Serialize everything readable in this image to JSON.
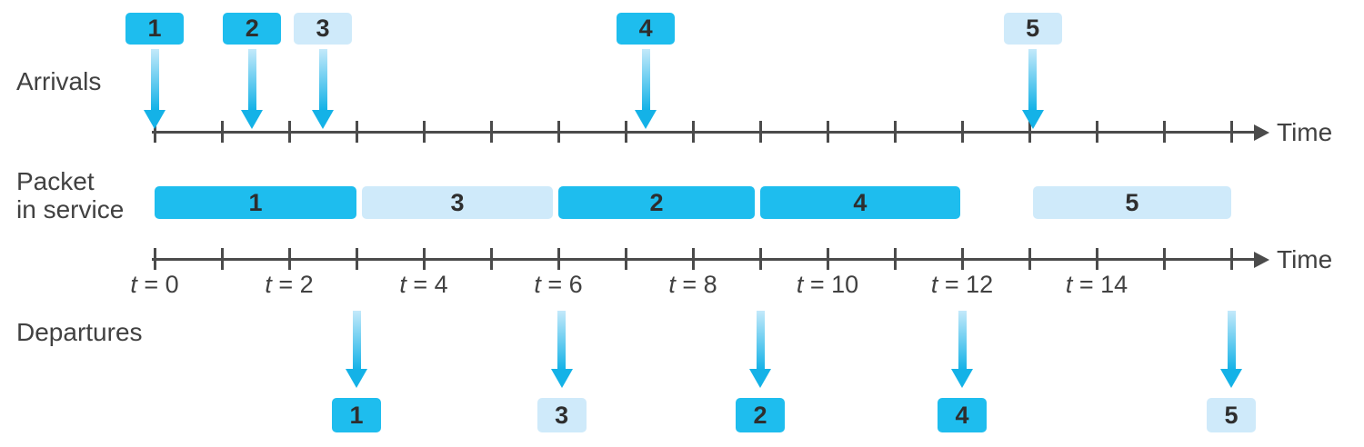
{
  "labels": {
    "arrivals": "Arrivals",
    "service_line1": "Packet",
    "service_line2": "in service",
    "departures": "Departures",
    "time_top": "Time",
    "time_bottom": "Time"
  },
  "colors": {
    "medium_body": "#1ebdee",
    "medium_edge": "#0a9fd4",
    "medium_lip": "#0faadd",
    "light_body": "#cfeafa",
    "light_edge": "#41c3ef",
    "light_lip": "#a5dcf4",
    "arrow_head": "#14b2e7",
    "arrow_top": "#c3e9fa",
    "axis": "#4b4b4b",
    "text": "#414141",
    "digit": "#2e2e2e"
  },
  "timeline": {
    "t_min": 0,
    "t_max": 16,
    "tick_step": 1,
    "tick_labels": [
      {
        "t": 0,
        "sym": "t",
        "rest": " = 0"
      },
      {
        "t": 2,
        "sym": "t",
        "rest": " = 2"
      },
      {
        "t": 4,
        "sym": "t",
        "rest": " = 4"
      },
      {
        "t": 6,
        "sym": "t",
        "rest": " = 6"
      },
      {
        "t": 8,
        "sym": "t",
        "rest": " = 8"
      },
      {
        "t": 10,
        "sym": "t",
        "rest": " = 10"
      },
      {
        "t": 12,
        "sym": "t",
        "rest": " = 12"
      },
      {
        "t": 14,
        "sym": "t",
        "rest": " = 14"
      }
    ]
  },
  "packets": [
    {
      "id": "1",
      "shade": "medium",
      "arrival_t": 0,
      "service_start": 0,
      "service_end": 3.0,
      "departure_t": 3.0
    },
    {
      "id": "2",
      "shade": "medium",
      "arrival_t": 1.45,
      "service_start": 6.0,
      "service_end": 8.92,
      "departure_t": 9.0
    },
    {
      "id": "3",
      "shade": "light",
      "arrival_t": 2.5,
      "service_start": 3.08,
      "service_end": 5.92,
      "departure_t": 6.05
    },
    {
      "id": "4",
      "shade": "medium",
      "arrival_t": 7.3,
      "service_start": 9.0,
      "service_end": 11.97,
      "departure_t": 12.0
    },
    {
      "id": "5",
      "shade": "light",
      "arrival_t": 13.05,
      "service_start": 13.05,
      "service_end": 16.0,
      "departure_t": 16.0
    }
  ]
}
